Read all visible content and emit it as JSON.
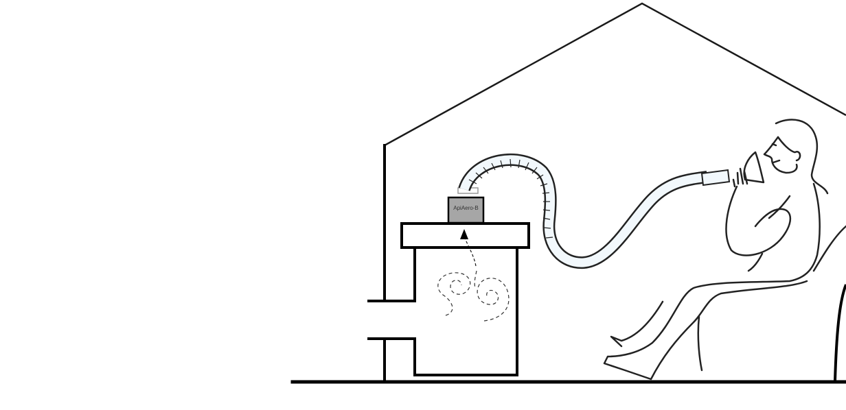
{
  "diagram": {
    "title": "",
    "device": {
      "label": "ApiAero-B",
      "fill_color": "#a6a6a6"
    },
    "elements": [
      "house-outline",
      "beehive",
      "hive-entrance",
      "air-flow-arrow",
      "swirling-air",
      "hose",
      "mask",
      "seated-person",
      "armchair",
      "ground-line"
    ],
    "colors": {
      "outline": "#000000",
      "hose_fill": "#f2f8fc",
      "background": "#ffffff"
    }
  }
}
